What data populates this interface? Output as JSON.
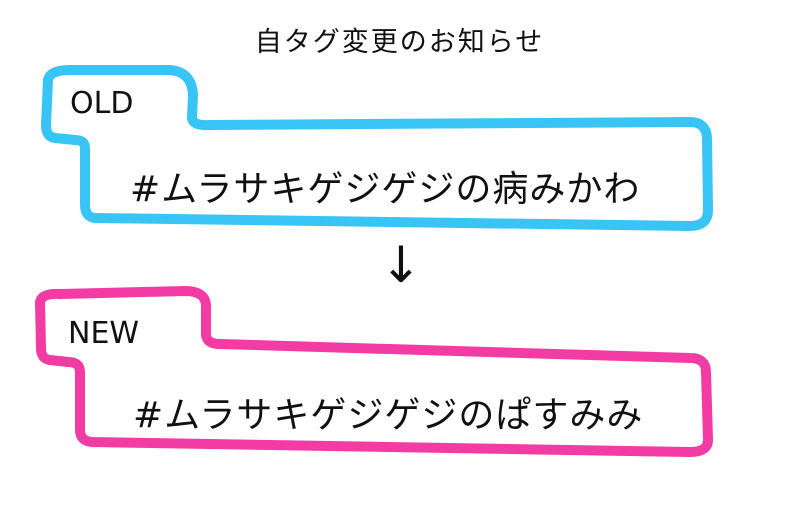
{
  "title": "自タグ変更のお知らせ",
  "old": {
    "label": "OLD",
    "tag": "#ムラサキゲジゲジの病みかわ",
    "color": "#38c4f5"
  },
  "arrow": "↓",
  "new": {
    "label": "NEW",
    "tag": "#ムラサキゲジゲジのぱすみみ",
    "color": "#f23ba3"
  }
}
